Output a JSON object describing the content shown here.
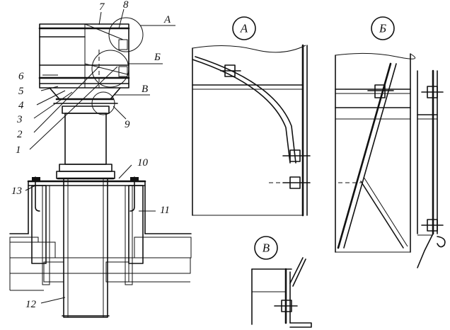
{
  "labels": {
    "n1": "1",
    "n2": "2",
    "n3": "3",
    "n4": "4",
    "n5": "5",
    "n6": "6",
    "n7": "7",
    "n8": "8",
    "n9": "9",
    "n10": "10",
    "n11": "11",
    "n12": "12",
    "n13": "13",
    "callout_a": "А",
    "callout_b": "Б",
    "callout_v": "В"
  },
  "details": {
    "a": "А",
    "b": "Б",
    "v": "В"
  }
}
